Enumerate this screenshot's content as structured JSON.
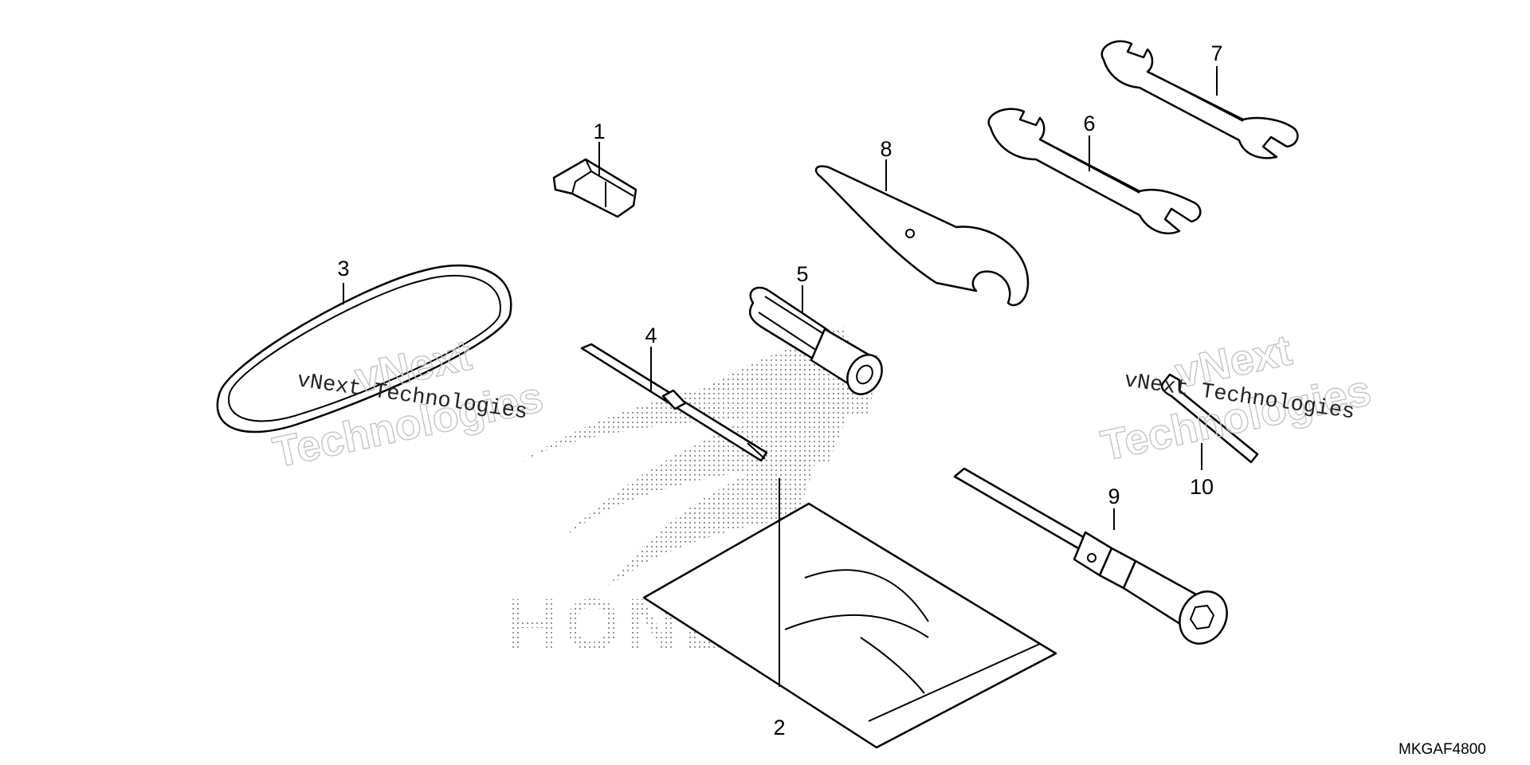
{
  "diagram": {
    "code": "MKGAF4800",
    "watermark": {
      "line1": "vNext",
      "line2": "Technologies",
      "caption": "vNext Technologies"
    },
    "brand_lettering": "HONDA",
    "parts": [
      {
        "num": "1"
      },
      {
        "num": "2"
      },
      {
        "num": "3"
      },
      {
        "num": "4"
      },
      {
        "num": "5"
      },
      {
        "num": "6"
      },
      {
        "num": "7"
      },
      {
        "num": "8"
      },
      {
        "num": "9"
      },
      {
        "num": "10"
      }
    ],
    "colors": {
      "line": "#000000",
      "watermark": "#c4c4c4",
      "dots": "#8a8a8a"
    }
  }
}
